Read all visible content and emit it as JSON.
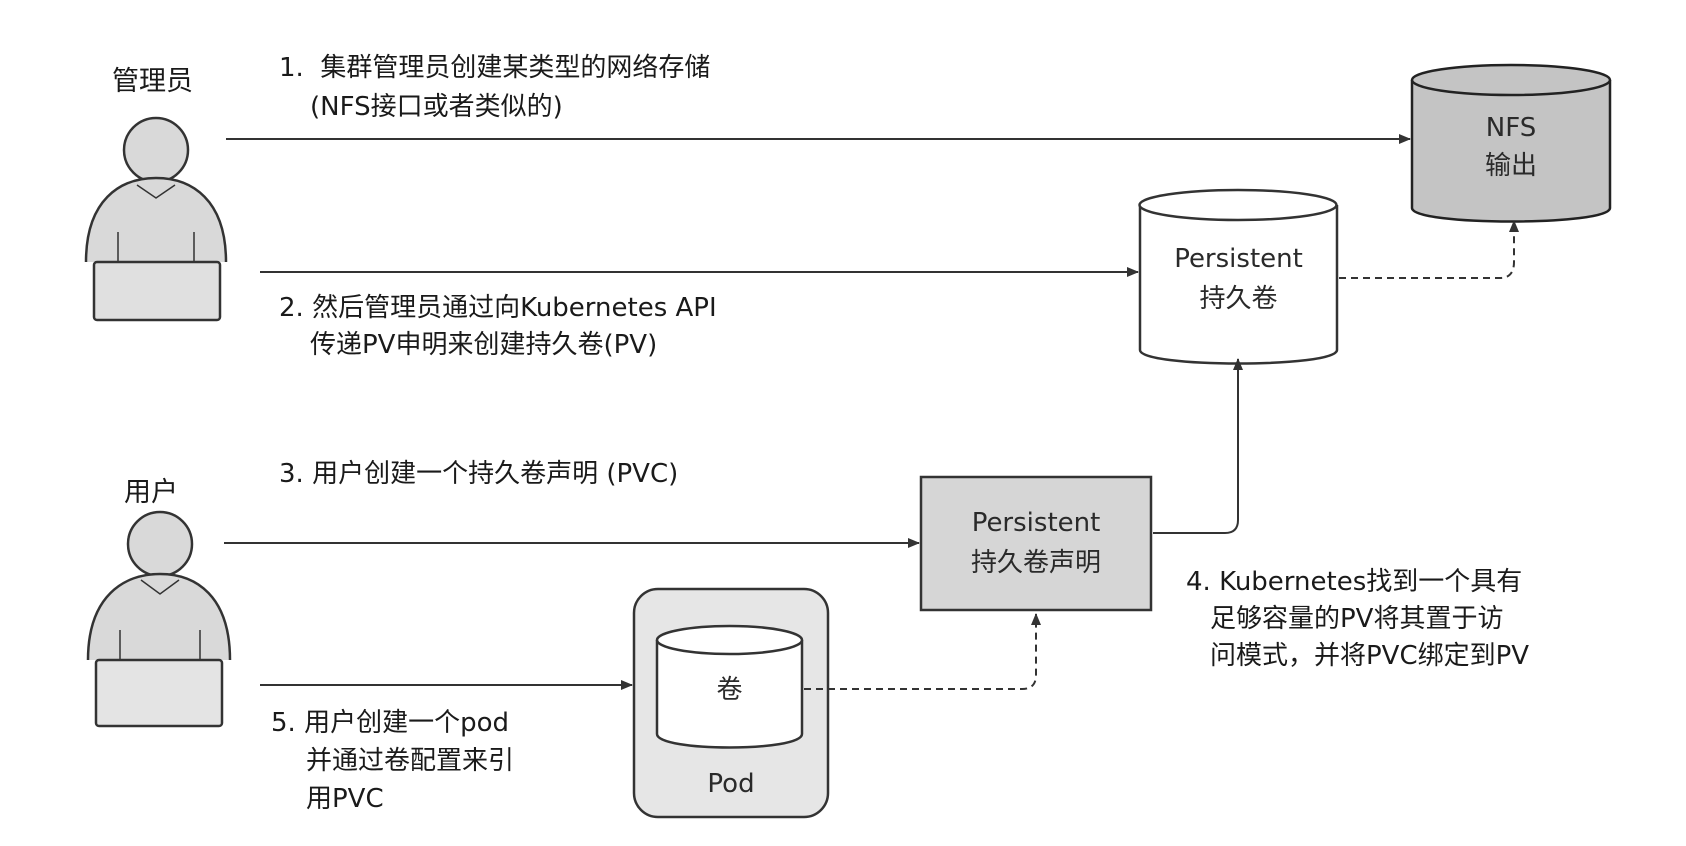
{
  "roles": {
    "admin": "管理员",
    "user": "用户"
  },
  "steps": {
    "step1": [
      "1.  集群管理员创建某类型的网络存储",
      "(NFS接口或者类似的)"
    ],
    "step2": [
      "2. 然后管理员通过向Kubernetes API",
      "传递PV申明来创建持久卷(PV)"
    ],
    "step3": [
      "3. 用户创建一个持久卷声明 (PVC)"
    ],
    "step4": [
      "4. Kubernetes找到一个具有",
      "足够容量的PV将其置于访",
      "问模式，并将PVC绑定到PV"
    ],
    "step5": [
      "5. 用户创建一个pod",
      "并通过卷配置来引",
      "用PVC"
    ]
  },
  "nodes": {
    "nfs": [
      "NFS",
      "输出"
    ],
    "pv": [
      "Persistent",
      "持久卷"
    ],
    "pvc": [
      "Persistent",
      "持久卷声明"
    ],
    "volume": "卷",
    "pod": "Pod"
  }
}
